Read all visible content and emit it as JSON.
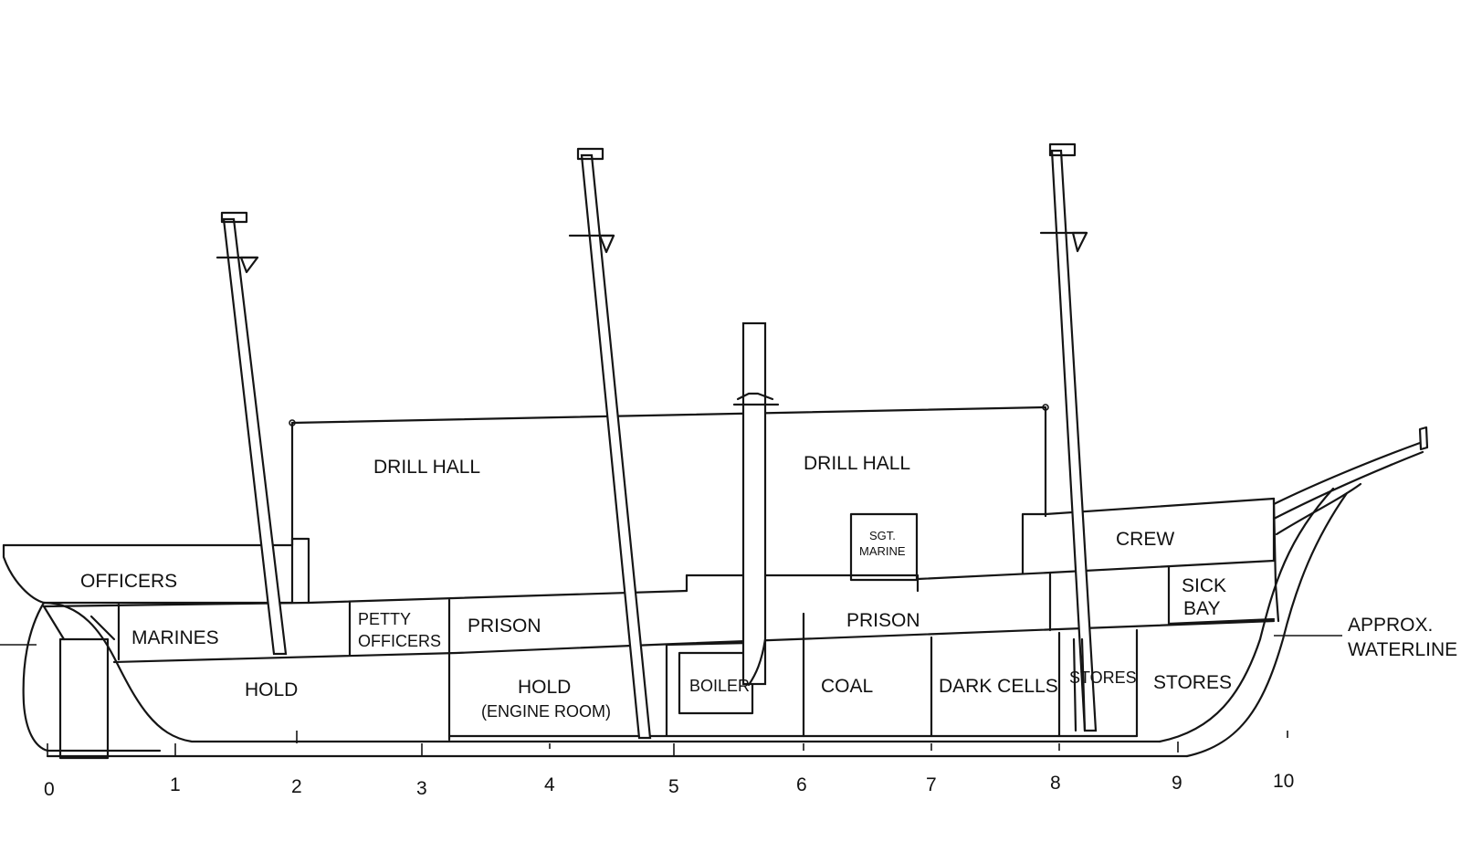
{
  "diagram": {
    "labels": {
      "drill_hall_aft": "DRILL HALL",
      "drill_hall_fwd": "DRILL HALL",
      "officers": "OFFICERS",
      "marines": "MARINES",
      "petty_officers_line1": "PETTY",
      "petty_officers_line2": "OFFICERS",
      "prison_aft": "PRISON",
      "prison_fwd": "PRISON",
      "hold_aft": "HOLD",
      "hold_engine_line1": "HOLD",
      "hold_engine_line2": "(ENGINE ROOM)",
      "boiler": "BOILER",
      "coal": "COAL",
      "dark_cells": "DARK CELLS",
      "stores_small": "STORES",
      "stores": "STORES",
      "sgt_marine_line1": "SGT.",
      "sgt_marine_line2": "MARINE",
      "crew": "CREW",
      "sick_bay_line1": "SICK",
      "sick_bay_line2": "BAY",
      "waterline_line1": "APPROX.",
      "waterline_line2": "WATERLINE"
    },
    "scale_ticks": [
      "0",
      "1",
      "2",
      "3",
      "4",
      "5",
      "6",
      "7",
      "8",
      "9",
      "10"
    ]
  }
}
